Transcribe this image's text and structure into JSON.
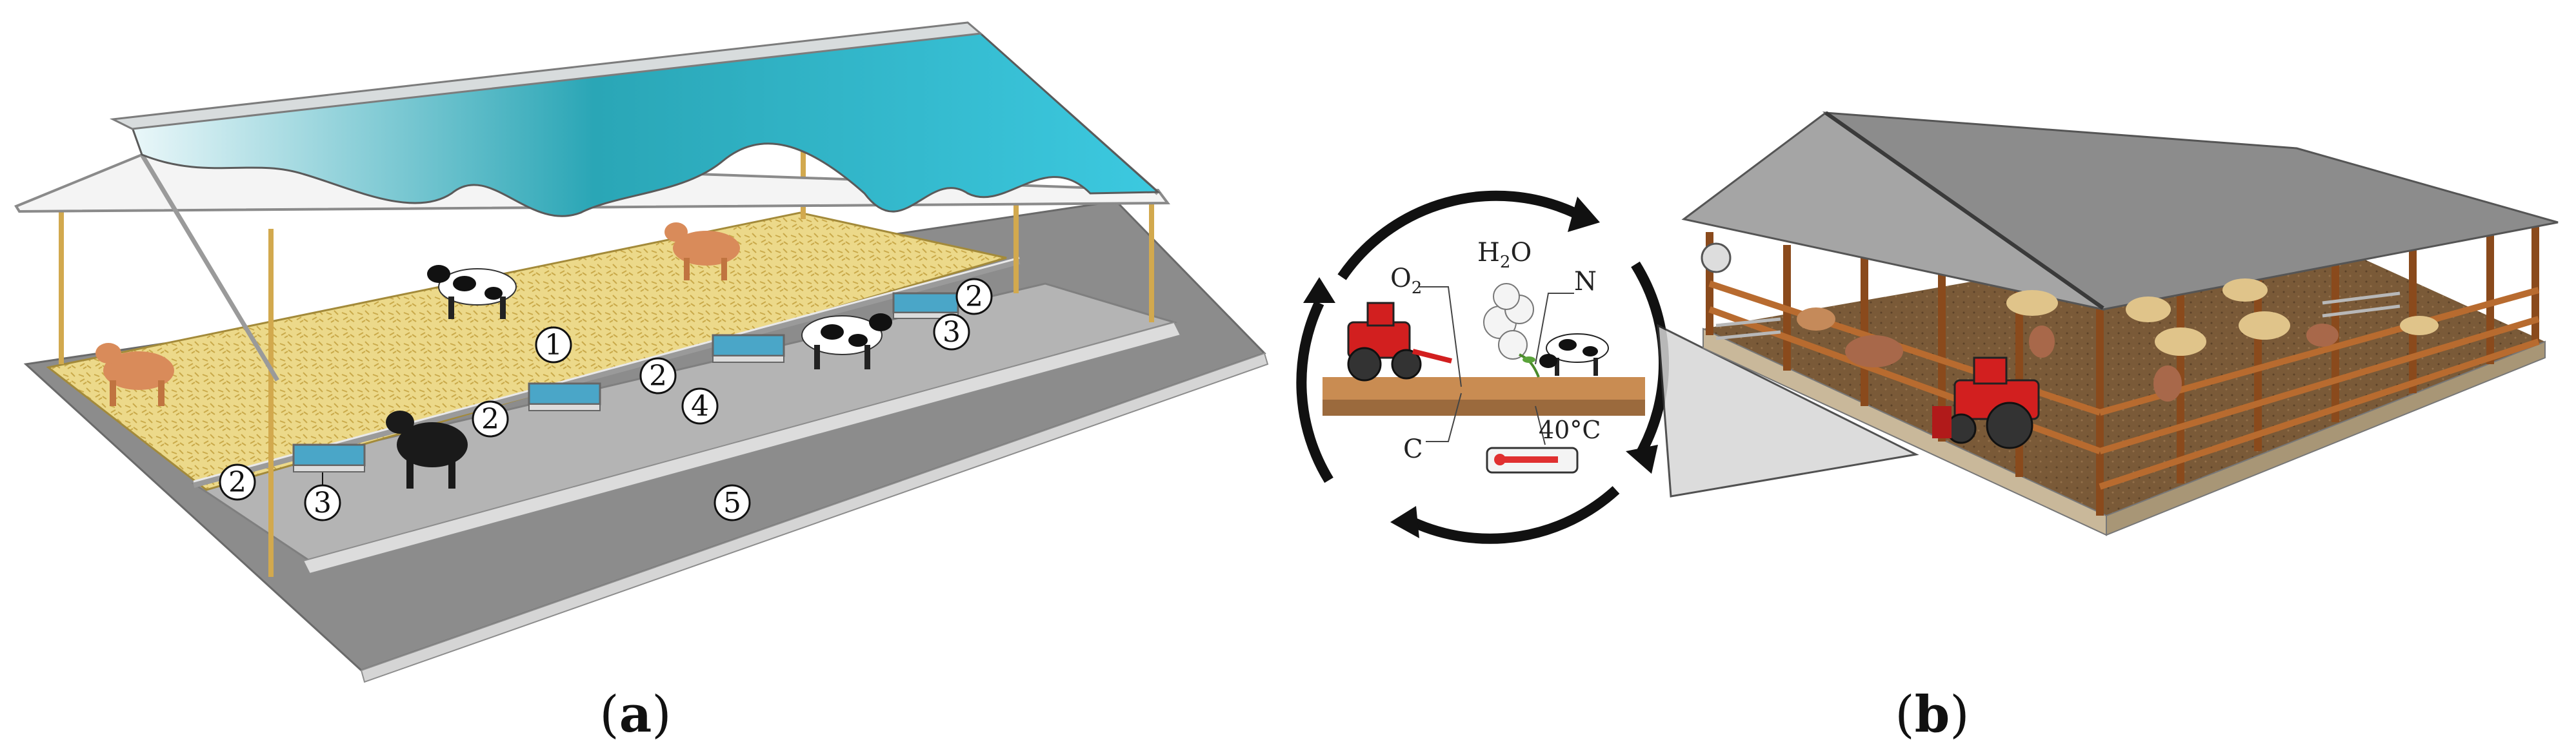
{
  "panels": {
    "a": {
      "caption_letter": "a",
      "caption_open": "(",
      "caption_close": ")"
    },
    "b": {
      "caption_letter": "b",
      "caption_open": "(",
      "caption_close": ")"
    }
  },
  "markers": {
    "m1": "1",
    "m2": "2",
    "m3": "3",
    "m4": "4",
    "m5": "5"
  },
  "cycle_labels": {
    "oxygen_main": "O",
    "oxygen_sub": "2",
    "water_main": "H",
    "water_sub": "2",
    "water_end": "O",
    "nitrogen": "N",
    "carbon": "C",
    "temperature": "40°C"
  },
  "colors": {
    "roof_teal": "#2aa6b6",
    "roof_light": "#8fdde8",
    "bedding": "#e8d27a",
    "concrete": "#9a9a9a",
    "barn_roof": "#8c8c8c",
    "barn_wood": "#b86b2f",
    "tractor_red": "#d21f1f",
    "soil": "#c98c52"
  }
}
